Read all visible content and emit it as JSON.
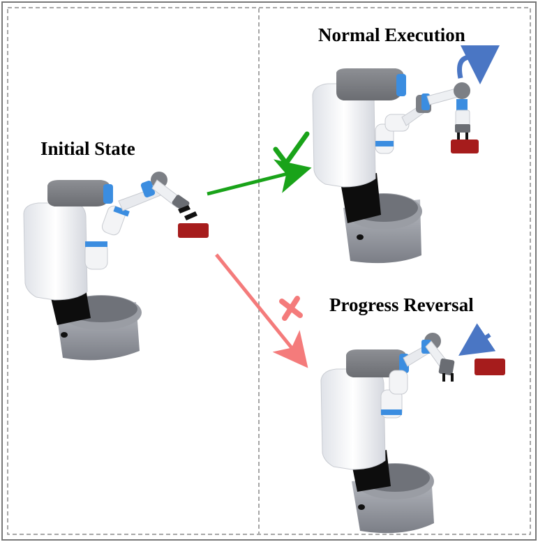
{
  "labels": {
    "initial_state": "Initial State",
    "normal_execution": "Normal Execution",
    "progress_reversal": "Progress Reversal"
  },
  "colors": {
    "success_arrow": "#19a319",
    "failure_arrow": "#f47b7b",
    "motion_indicator": "#4a76c4",
    "object_block": "#a61c1c",
    "robot_accent": "#3b8de0",
    "robot_body": "#eef0f4",
    "robot_base": "#8c8f97"
  },
  "icons": {
    "success": "check-mark-icon",
    "failure": "cross-mark-icon",
    "rotation": "curved-arrow-icon",
    "approach": "straight-arrow-icon"
  }
}
